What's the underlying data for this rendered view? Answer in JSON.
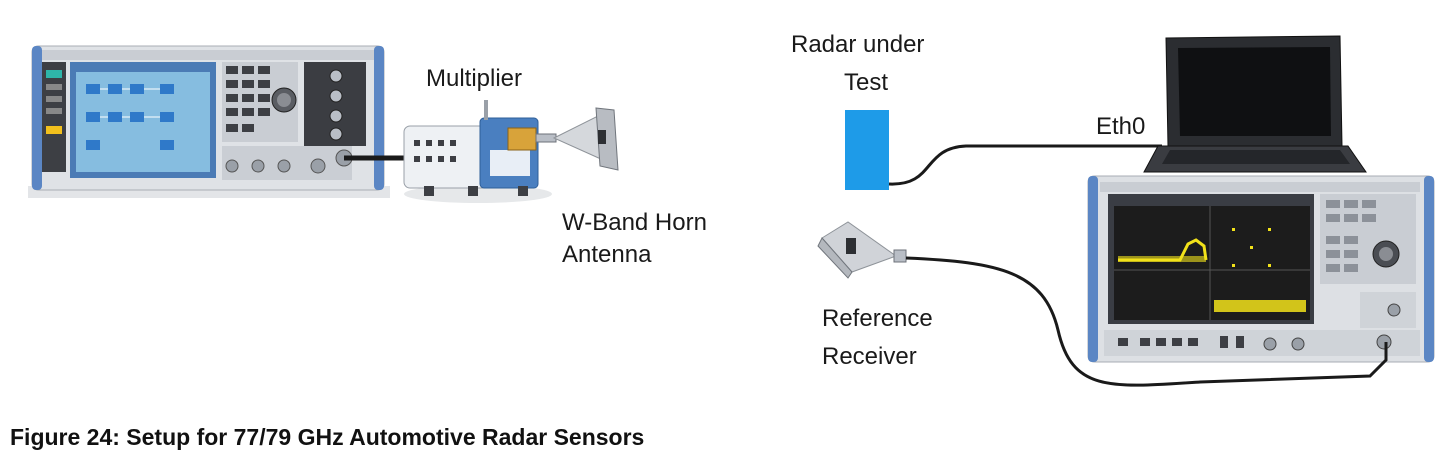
{
  "labels": {
    "multiplier": "Multiplier",
    "radar_line1": "Radar under",
    "radar_line2": "Test",
    "eth0": "Eth0",
    "horn_line1": "W-Band Horn",
    "horn_line2": "Antenna",
    "ref_line1": "Reference",
    "ref_line2": "Receiver"
  },
  "caption": "Figure 24: Setup for 77/79 GHz Automotive Radar Sensors",
  "colors": {
    "radar_block": "#1e9be8",
    "instrument_body": "#d9dde2",
    "instrument_frame": "#5b86c4",
    "screen_generator": "#7fb3d9",
    "screen_analyzer": "#1c1c1c",
    "trace_yellow": "#f2e21a",
    "cable": "#1a1a1a",
    "multiplier_blue": "#4a7fc0",
    "waveguide_gold": "#d8a33a"
  }
}
